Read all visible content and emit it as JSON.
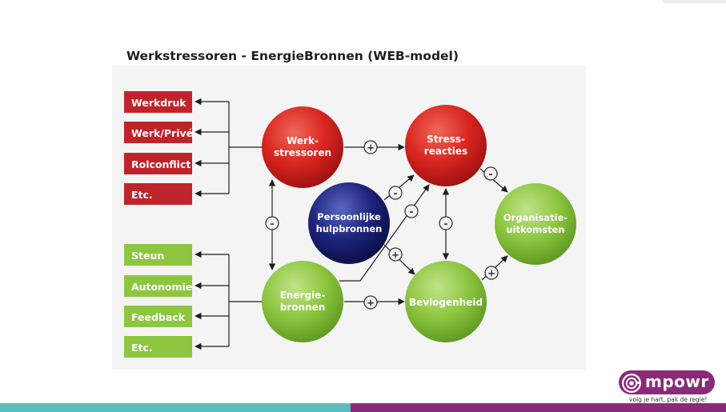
{
  "title": "Werkstressoren - EnergieBronnen (WEB-model)",
  "stressor_boxes": [
    "Werkdruk",
    "Werk/Privé",
    "Rolconflict",
    "Etc."
  ],
  "resource_boxes": [
    "Steun",
    "Autonomie",
    "Feedback",
    "Etc."
  ],
  "nodes": {
    "werkstressoren": [
      "Werk-",
      "stressoren"
    ],
    "stressreacties": [
      "Stress-",
      "reacties"
    ],
    "persoonlijke": [
      "Persoonlijke",
      "hulpbronnen"
    ],
    "organisatie": [
      "Organisatie-",
      "uitkomsten"
    ],
    "energiebronnen": [
      "Energie-",
      "bronnen"
    ],
    "bevlogenheid": [
      "Bevlogenheid"
    ]
  },
  "signs": {
    "plus": "+",
    "minus": "-"
  },
  "logo": {
    "name": "mpowr",
    "tagline": "volg je hart, pak de regie!"
  },
  "colors": {
    "red_box": "#c0242b",
    "green_box": "#8dc63f",
    "red_circle": "#d8261f",
    "green_circle": "#8cc63f",
    "blue_circle": "#1d237a",
    "brand_purple": "#8a2a79",
    "brand_teal": "#5bbcbf"
  }
}
